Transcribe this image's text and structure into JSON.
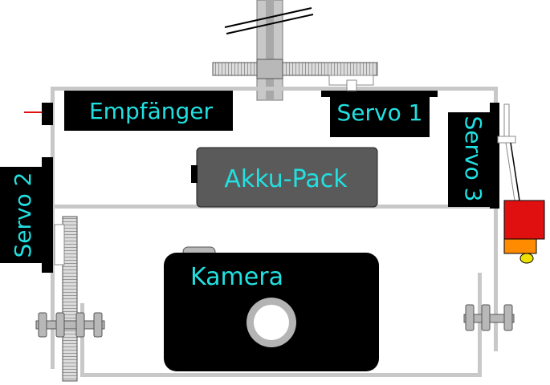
{
  "labels": {
    "receiver": "Empfänger",
    "servo1": "Servo 1",
    "servo2": "Servo 2",
    "servo3": "Servo 3",
    "battery": "Akku-Pack",
    "camera": "Kamera"
  },
  "colors": {
    "frame": "#c8c8c8",
    "component": "#000000",
    "battery_fill": "#5a5a5a",
    "label_text": "#22e0e0",
    "gear_fill": "#dcdcdc",
    "gear_stroke": "#555555",
    "lens_ring": "#b4b4b4",
    "trigger_red": "#e01010",
    "trigger_orange": "#ff8c00"
  }
}
